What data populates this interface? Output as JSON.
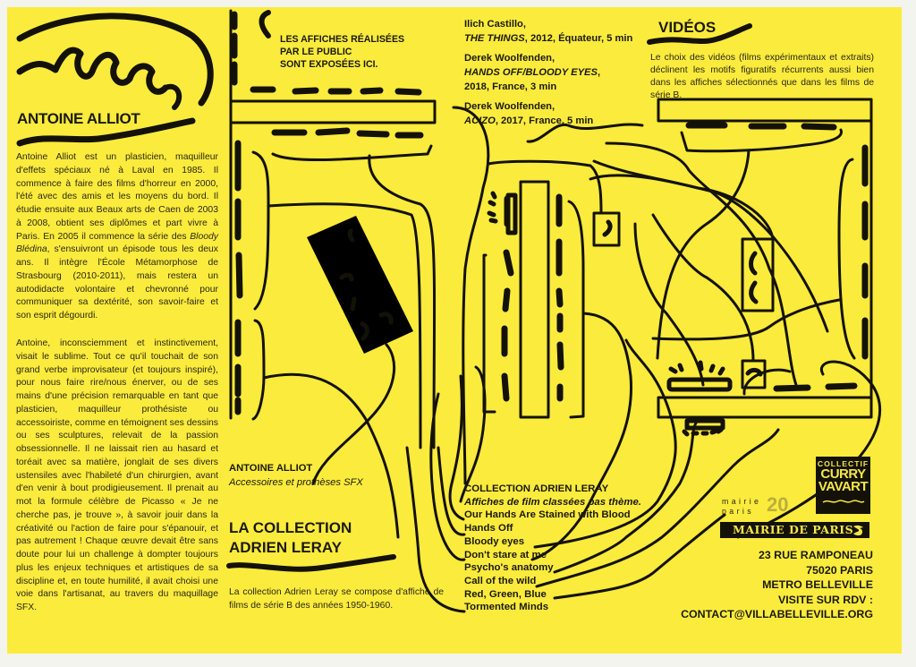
{
  "colors": {
    "paper": "#fbeb3c",
    "ink": "#141208",
    "logo_text": "#f4e64a",
    "mairie_number": "#b9ae3e"
  },
  "artist": {
    "name": "ANTOINE ALLIOT",
    "bio_paragraph_1_before": "Antoine Alliot est un plasticien, maquilleur d'effets spéciaux né à Laval en 1985. Il commence à faire des films d'horreur en 2000, l'été avec des amis et les moyens du bord. Il étudie ensuite aux Beaux arts de Caen de 2003 à 2008, obtient ses diplômes et part vivre à Paris. En 2005 il commence la série des ",
    "bio_paragraph_1_italic": "Bloody Blédina",
    "bio_paragraph_1_after": ", s'ensuivront un épisode tous les deux ans. Il intègre l'École Métamorphose de Strasbourg (2010-2011), mais restera un autodidacte volontaire et chevronné pour communiquer sa dextérité, son savoir-faire et son esprit dégourdi.",
    "bio_paragraph_2": "Antoine, inconsciemment et instinctivement, visait le sublime. Tout ce qu'il touchait de son grand verbe improvisateur (et toujours inspiré), pour nous faire rire/nous énerver, ou de ses mains d'une précision remarquable en tant que plasticien, maquilleur prothésiste ou accessoiriste, comme en témoignent ses dessins ou ses sculptures, relevait de la passion obsessionnelle. Il ne laissait rien au hasard et toréait avec sa matière, jonglait de ses divers ustensiles avec l'habileté d'un chirurgien, avant d'en venir à bout prodigieusement. Il prenait au mot la formule célèbre de Picasso « Je ne cherche pas, je trouve », à savoir jouir dans la créativité ou l'action de faire pour s'épanouir, et pas autrement ! Chaque œuvre devait être sans doute pour lui un challenge à dompter toujours plus les enjeux techniques et artistiques de sa discipline et, en toute humilité, il avait choisi une voie dans l'artisanat, au travers du maquillage SFX."
  },
  "public_posters_note": "LES AFFICHES RÉALISÉES\nPAR LE PUBLIC\nSONT EXPOSÉES ICI.",
  "films": [
    {
      "author": "Ilich Castillo,",
      "title": "THE THINGS",
      "details": ", 2012, Équateur, 5 min"
    },
    {
      "author": "Derek Woolfenden,",
      "title": "HANDS OFF/BLOODY EYES",
      "details": ",\n2018, France, 3 min"
    },
    {
      "author": "Derek Woolfenden,",
      "title": "ACIZO",
      "details": ",  2017, France, 5 min"
    }
  ],
  "videos": {
    "heading": "VIDÉOS",
    "text": "Le choix des vidéos (films expérimentaux et extraits) déclinent les motifs figuratifs récurrents aussi bien dans les affiches sélectionnés que dans les films de série B."
  },
  "artist_caption": {
    "name": "ANTOINE ALLIOT",
    "subtitle": "Accessoires et prothèses SFX"
  },
  "collection_section": {
    "heading_line1": "LA COLLECTION",
    "heading_line2": "ADRIEN LERAY",
    "text": "La collection Adrien Leray se compose d'affiche de films de série B des années 1950-1960."
  },
  "collection_legend": {
    "title": "COLLECTION ADRIEN LERAY",
    "subtitle": "Affiches de film classées pas thème.",
    "themes": [
      "Our Hands Are Stained with Blood",
      "Hands Off",
      "Bloody eyes",
      "Don't stare at me",
      "Psycho's anatomy",
      "Call of the wild",
      "Red, Green, Blue",
      "Tormented Minds"
    ]
  },
  "logos": {
    "collectif_line1": "COLLECTIF",
    "collectif_line2": "CURRY",
    "collectif_line3": "VAVART",
    "mairie_small_line1": "mairie",
    "mairie_small_line2": "paris",
    "mairie_number": "20",
    "mairie_de_paris": "MAIRIE DE PARIS"
  },
  "address": {
    "street": "23 RUE RAMPONEAU",
    "city": "75020 PARIS",
    "metro": "METRO BELLEVILLE",
    "visit": "VISITE SUR RDV :",
    "email": "CONTACT@VILLABELLEVILLE.ORG"
  }
}
